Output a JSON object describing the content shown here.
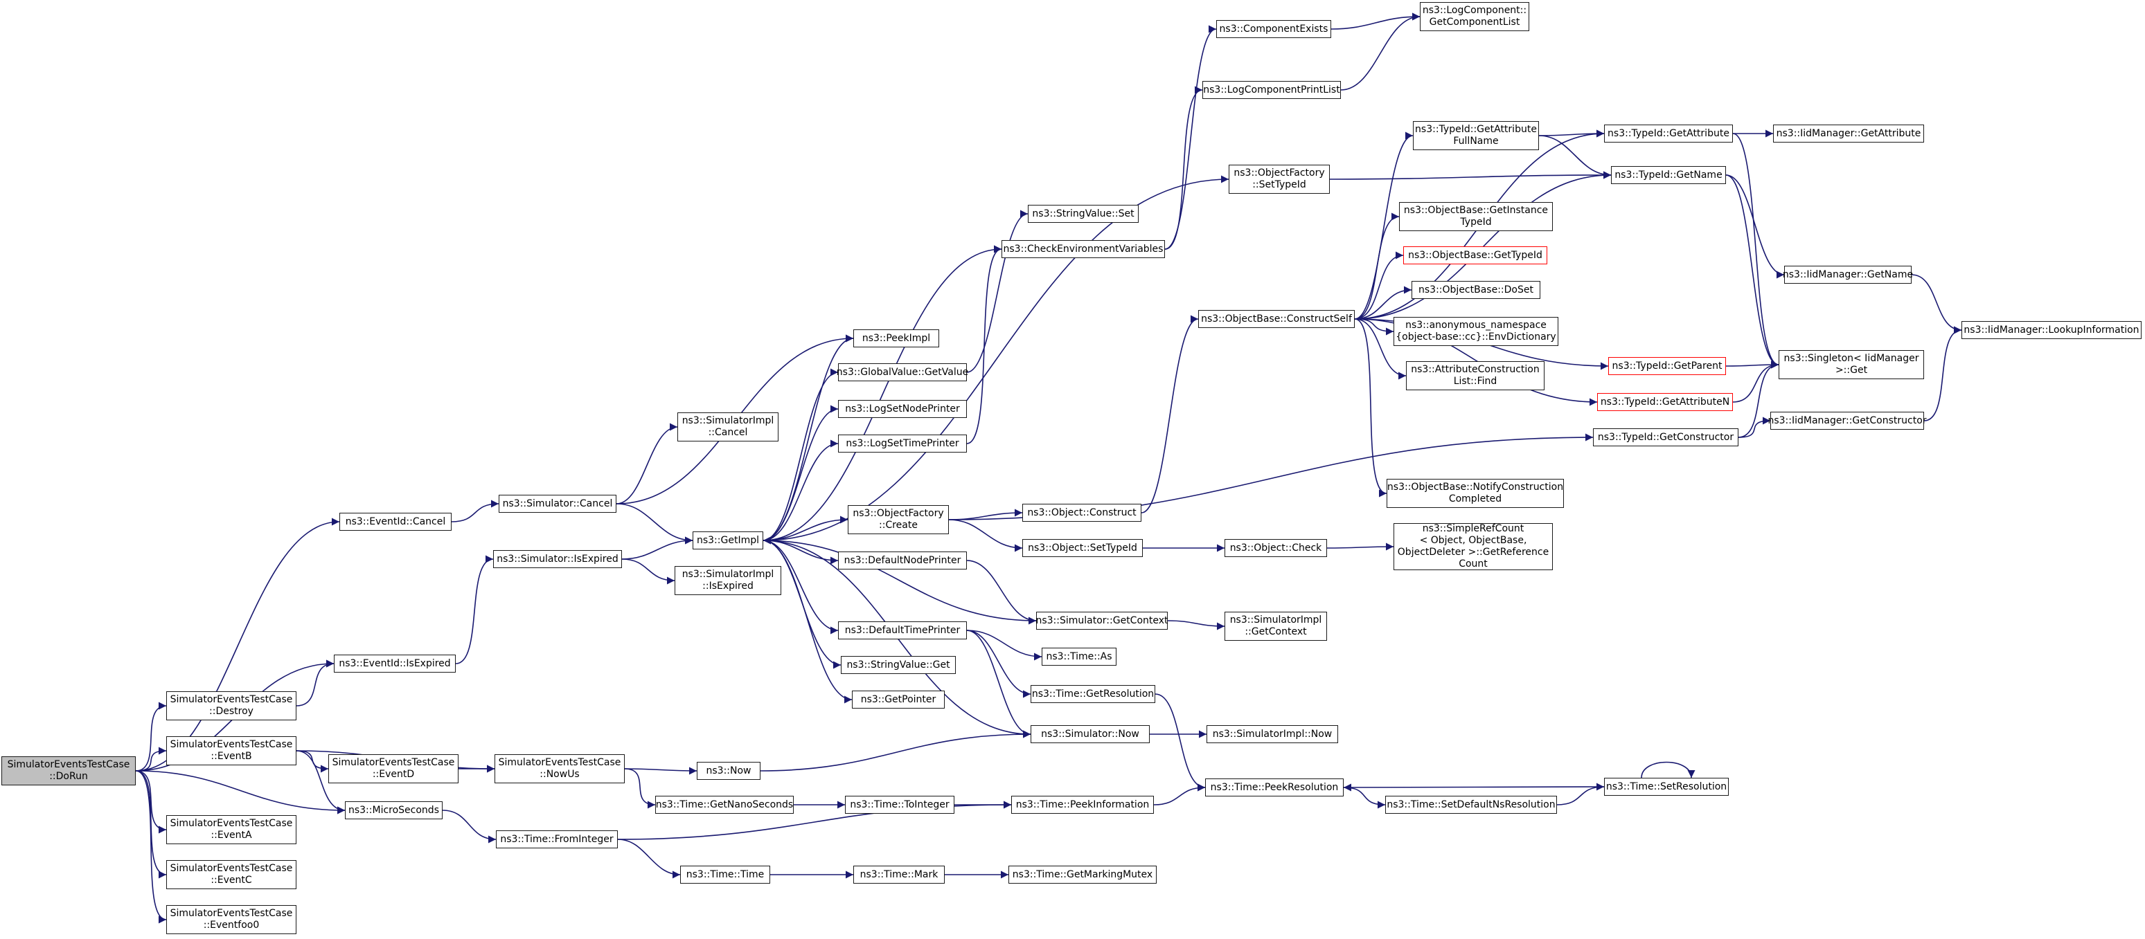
{
  "colors": {
    "edge": "#191970",
    "node_border": "#1a1a1a",
    "red_border": "#ff0000",
    "root_fill": "#bfbfbf"
  },
  "nodes": [
    {
      "id": "doRun",
      "lines": [
        "SimulatorEventsTestCase",
        "::DoRun"
      ],
      "root": true
    },
    {
      "id": "eventIdCancel",
      "lines": [
        "ns3::EventId::Cancel"
      ]
    },
    {
      "id": "eventIdIsExpired",
      "lines": [
        "ns3::EventId::IsExpired"
      ]
    },
    {
      "id": "destroy",
      "lines": [
        "SimulatorEventsTestCase",
        "::Destroy"
      ]
    },
    {
      "id": "eventB",
      "lines": [
        "SimulatorEventsTestCase",
        "::EventB"
      ]
    },
    {
      "id": "microSeconds",
      "lines": [
        "ns3::MicroSeconds"
      ]
    },
    {
      "id": "eventA",
      "lines": [
        "SimulatorEventsTestCase",
        "::EventA"
      ]
    },
    {
      "id": "eventC",
      "lines": [
        "SimulatorEventsTestCase",
        "::EventC"
      ]
    },
    {
      "id": "eventfoo0",
      "lines": [
        "SimulatorEventsTestCase",
        "::Eventfoo0"
      ]
    },
    {
      "id": "eventD",
      "lines": [
        "SimulatorEventsTestCase",
        "::EventD"
      ]
    },
    {
      "id": "nowUs",
      "lines": [
        "SimulatorEventsTestCase",
        "::NowUs"
      ]
    },
    {
      "id": "simCancel",
      "lines": [
        "ns3::Simulator::Cancel"
      ]
    },
    {
      "id": "simIsExpired",
      "lines": [
        "ns3::Simulator::IsExpired"
      ]
    },
    {
      "id": "implCancel",
      "lines": [
        "ns3::SimulatorImpl",
        "::Cancel"
      ]
    },
    {
      "id": "getImpl",
      "lines": [
        "ns3::GetImpl"
      ]
    },
    {
      "id": "implIsExpired",
      "lines": [
        "ns3::SimulatorImpl",
        "::IsExpired"
      ]
    },
    {
      "id": "now",
      "lines": [
        "ns3::Now"
      ]
    },
    {
      "id": "getNanoSeconds",
      "lines": [
        "ns3::Time::GetNanoSeconds"
      ]
    },
    {
      "id": "fromInteger",
      "lines": [
        "ns3::Time::FromInteger"
      ]
    },
    {
      "id": "timeTime",
      "lines": [
        "ns3::Time::Time"
      ]
    },
    {
      "id": "peekImpl",
      "lines": [
        "ns3::PeekImpl"
      ]
    },
    {
      "id": "globalValueGet",
      "lines": [
        "ns3::GlobalValue::GetValue"
      ]
    },
    {
      "id": "logSetNodePrinter",
      "lines": [
        "ns3::LogSetNodePrinter"
      ]
    },
    {
      "id": "logSetTimePrinter",
      "lines": [
        "ns3::LogSetTimePrinter"
      ]
    },
    {
      "id": "objFactoryCreate",
      "lines": [
        "ns3::ObjectFactory",
        "::Create"
      ]
    },
    {
      "id": "defaultNodePrinter",
      "lines": [
        "ns3::DefaultNodePrinter"
      ]
    },
    {
      "id": "defaultTimePrinter",
      "lines": [
        "ns3::DefaultTimePrinter"
      ]
    },
    {
      "id": "stringValueGet",
      "lines": [
        "ns3::StringValue::Get"
      ]
    },
    {
      "id": "getPointer",
      "lines": [
        "ns3::GetPointer"
      ]
    },
    {
      "id": "toInteger",
      "lines": [
        "ns3::Time::ToInteger"
      ]
    },
    {
      "id": "timeMark",
      "lines": [
        "ns3::Time::Mark"
      ]
    },
    {
      "id": "stringValueSet",
      "lines": [
        "ns3::StringValue::Set"
      ]
    },
    {
      "id": "checkEnvVars",
      "lines": [
        "ns3::CheckEnvironmentVariables"
      ]
    },
    {
      "id": "objectConstruct",
      "lines": [
        "ns3::Object::Construct"
      ]
    },
    {
      "id": "objectSetTypeId",
      "lines": [
        "ns3::Object::SetTypeId"
      ]
    },
    {
      "id": "simGetContext",
      "lines": [
        "ns3::Simulator::GetContext"
      ]
    },
    {
      "id": "timeAs",
      "lines": [
        "ns3::Time::As"
      ]
    },
    {
      "id": "getResolution",
      "lines": [
        "ns3::Time::GetResolution"
      ]
    },
    {
      "id": "simNow",
      "lines": [
        "ns3::Simulator::Now"
      ]
    },
    {
      "id": "peekInformation",
      "lines": [
        "ns3::Time::PeekInformation"
      ]
    },
    {
      "id": "getMarkingMutex",
      "lines": [
        "ns3::Time::GetMarkingMutex"
      ]
    },
    {
      "id": "componentExists",
      "lines": [
        "ns3::ComponentExists"
      ]
    },
    {
      "id": "logComponentPrintList",
      "lines": [
        "ns3::LogComponentPrintList"
      ]
    },
    {
      "id": "objFactorySetTypeId",
      "lines": [
        "ns3::ObjectFactory",
        "::SetTypeId"
      ]
    },
    {
      "id": "constructSelf",
      "lines": [
        "ns3::ObjectBase::ConstructSelf"
      ]
    },
    {
      "id": "objectCheck",
      "lines": [
        "ns3::Object::Check"
      ]
    },
    {
      "id": "implGetContext",
      "lines": [
        "ns3::SimulatorImpl",
        "::GetContext"
      ]
    },
    {
      "id": "implNow",
      "lines": [
        "ns3::SimulatorImpl::Now"
      ]
    },
    {
      "id": "peekResolution",
      "lines": [
        "ns3::Time::PeekResolution"
      ]
    },
    {
      "id": "logComponentGetList",
      "lines": [
        "ns3::LogComponent::",
        "GetComponentList"
      ]
    },
    {
      "id": "getAttributeFullName",
      "lines": [
        "ns3::TypeId::GetAttribute",
        "FullName"
      ]
    },
    {
      "id": "getInstanceTypeId",
      "lines": [
        "ns3::ObjectBase::GetInstance",
        "TypeId"
      ]
    },
    {
      "id": "objBaseGetTypeId",
      "lines": [
        "ns3::ObjectBase::GetTypeId"
      ],
      "red": true
    },
    {
      "id": "objBaseDoSet",
      "lines": [
        "ns3::ObjectBase::DoSet"
      ]
    },
    {
      "id": "envDictionary",
      "lines": [
        "ns3::anonymous_namespace",
        "{object-base::cc}::EnvDictionary"
      ]
    },
    {
      "id": "attrConstructionFind",
      "lines": [
        "ns3::AttributeConstruction",
        "List::Find"
      ]
    },
    {
      "id": "notifyConstructionCompleted",
      "lines": [
        "ns3::ObjectBase::NotifyConstruction",
        "Completed"
      ]
    },
    {
      "id": "simpleRefCount",
      "lines": [
        "ns3::SimpleRefCount",
        "< Object, ObjectBase,",
        "ObjectDeleter >::GetReference",
        "Count"
      ]
    },
    {
      "id": "setDefaultNsResolution",
      "lines": [
        "ns3::Time::SetDefaultNsResolution"
      ]
    },
    {
      "id": "typeIdGetAttribute",
      "lines": [
        "ns3::TypeId::GetAttribute"
      ]
    },
    {
      "id": "typeIdGetName",
      "lines": [
        "ns3::TypeId::GetName"
      ]
    },
    {
      "id": "typeIdGetParent",
      "lines": [
        "ns3::TypeId::GetParent"
      ],
      "red": true
    },
    {
      "id": "typeIdGetAttributeN",
      "lines": [
        "ns3::TypeId::GetAttributeN"
      ],
      "red": true
    },
    {
      "id": "typeIdGetConstructor",
      "lines": [
        "ns3::TypeId::GetConstructor"
      ]
    },
    {
      "id": "timeSetResolution",
      "lines": [
        "ns3::Time::SetResolution"
      ]
    },
    {
      "id": "iidGetAttribute",
      "lines": [
        "ns3::IidManager::GetAttribute"
      ]
    },
    {
      "id": "iidGetName",
      "lines": [
        "ns3::IidManager::GetName"
      ]
    },
    {
      "id": "singletonGet",
      "lines": [
        "ns3::Singleton< IidManager",
        ">::Get"
      ]
    },
    {
      "id": "iidGetConstructor",
      "lines": [
        "ns3::IidManager::GetConstructor"
      ]
    },
    {
      "id": "iidLookupInformation",
      "lines": [
        "ns3::IidManager::LookupInformation"
      ]
    }
  ]
}
